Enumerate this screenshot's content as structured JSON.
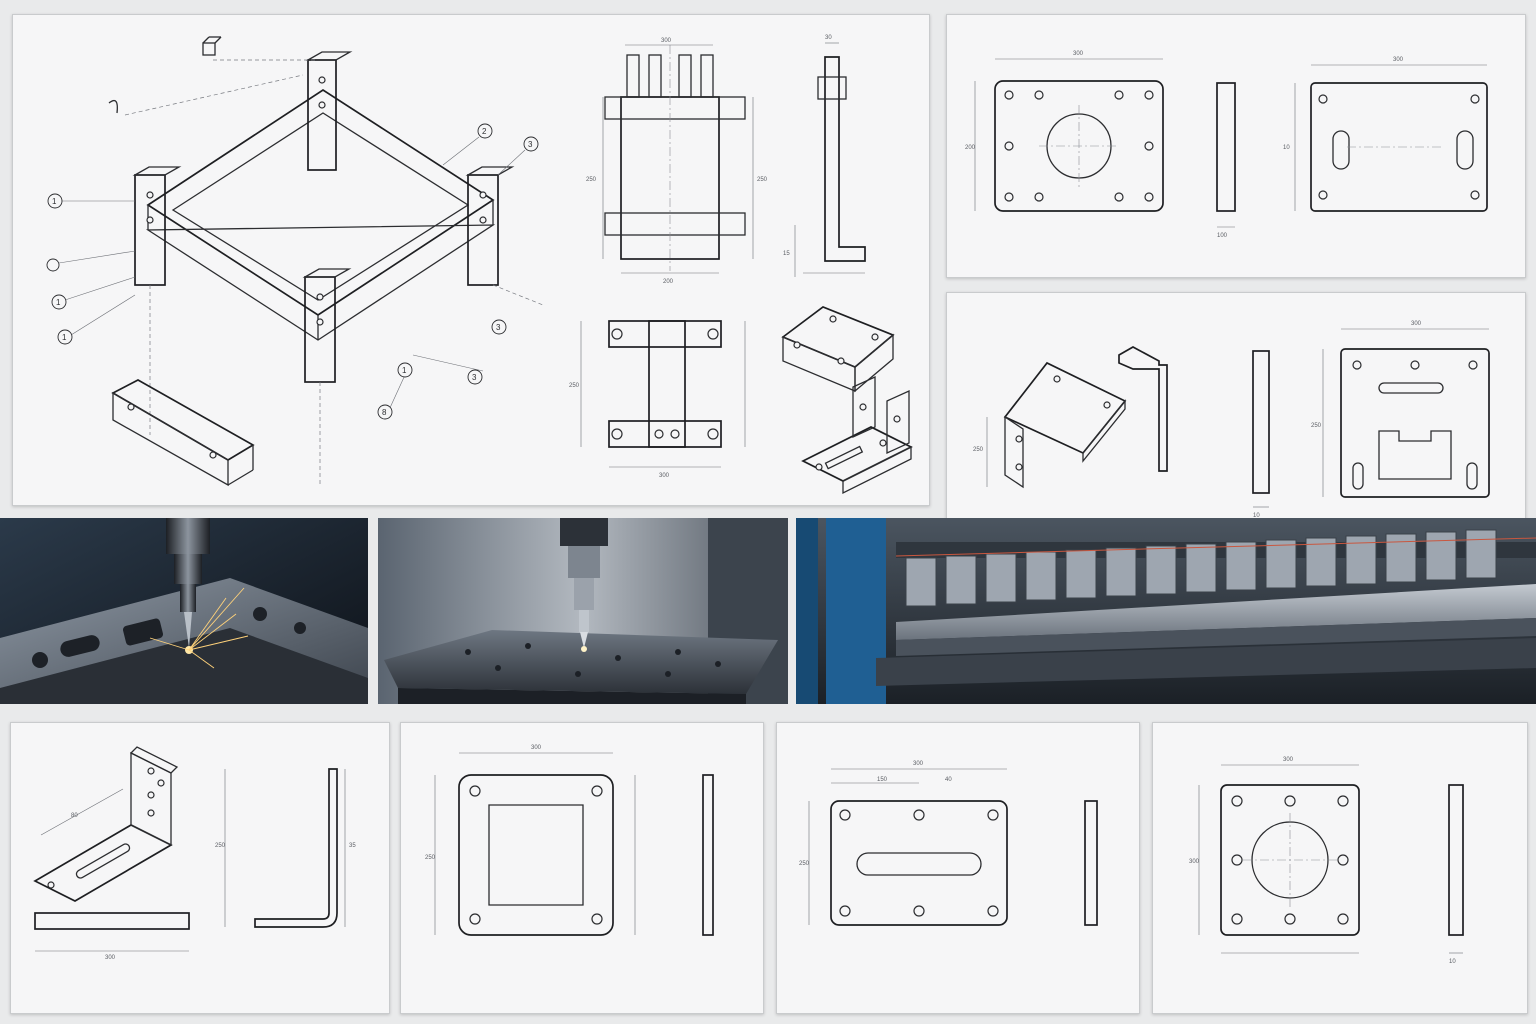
{
  "assembly_sheet": {
    "balloons": [
      "1",
      "2",
      "3",
      "3",
      "3",
      "8",
      "1",
      "1",
      "1"
    ],
    "dims": {
      "top_width": "300",
      "top_height": "250",
      "top_side": "250",
      "top_bottom": "200",
      "side_depth": "30",
      "frame_height": "250",
      "frame_width": "300",
      "small_dim": "15"
    }
  },
  "plate_sheet": {
    "dims": {
      "width": "300",
      "height": "200",
      "thickness": "100",
      "thk": "10"
    }
  },
  "slot_plate_sheet": {
    "dims": {
      "width": "300",
      "height": "250",
      "thickness": "10"
    }
  },
  "bracket_sheet": {
    "dims": {
      "length": "300",
      "height": "250",
      "depth": "35",
      "slot": "80"
    }
  },
  "frame_plate_sheet": {
    "dims": {
      "width": "300",
      "height": "250"
    }
  },
  "slot_bar_sheet": {
    "dims": {
      "width": "300",
      "height": "250",
      "seg_a": "150",
      "seg_b": "40"
    }
  },
  "flange_sheet": {
    "dims": {
      "width": "300",
      "height": "300",
      "thk": "10"
    }
  },
  "photos": {
    "drilling_hot": "cnc-drilling-sparks",
    "drilling_plate": "cnc-drilling-plate",
    "press_brake": "press-brake-tooling"
  },
  "colors": {
    "line": "#2c2d30",
    "paper": "#f6f6f7",
    "machine_blue": "#1f5f93"
  }
}
